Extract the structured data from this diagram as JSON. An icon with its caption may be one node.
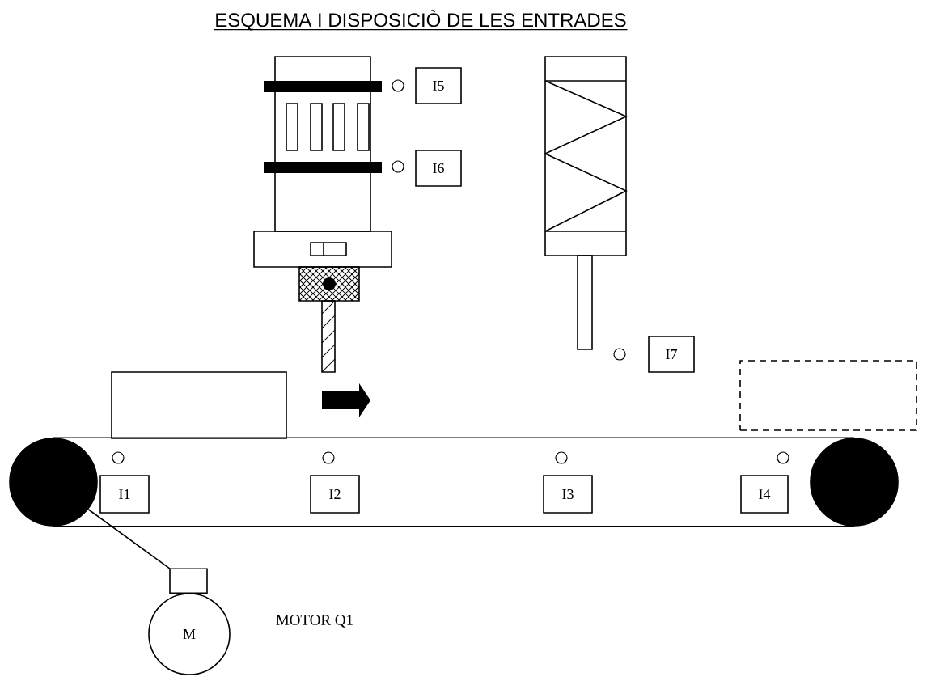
{
  "diagram": {
    "title": "ESQUEMA I DISPOSICIÒ DE LES ENTRADES",
    "nodes": [
      {
        "text": [
          "I5"
        ]
      },
      {
        "text": [
          "I6"
        ]
      },
      {
        "text": [
          "I7"
        ]
      },
      {
        "text": [],
        "shape": "box"
      },
      {
        "text": [],
        "shape": "box"
      },
      {
        "text": [],
        "shape": "circle"
      },
      {
        "text": [
          "I1"
        ]
      },
      {
        "text": [
          "I2"
        ]
      },
      {
        "text": [
          "I3"
        ]
      },
      {
        "text": [
          "I4"
        ]
      },
      {
        "text": [],
        "shape": "circle"
      },
      {
        "text": [
          "M"
        ],
        "beside": [
          "MOTOR Q1"
        ]
      }
    ],
    "edges": [
      {
        "from": 5,
        "to": 10,
        "arrow": "none"
      },
      {
        "from": 5,
        "to": 10,
        "arrow": "none"
      },
      {
        "from": 11,
        "to": 5,
        "arrow": "none"
      }
    ]
  }
}
